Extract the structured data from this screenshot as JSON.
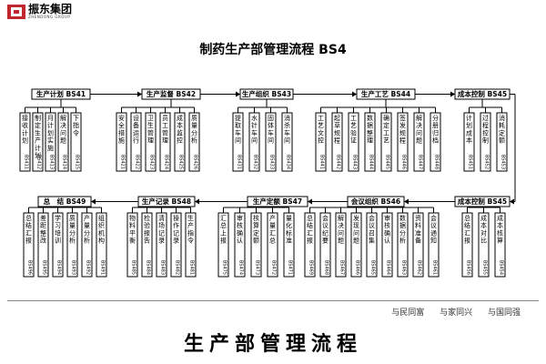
{
  "header": {
    "logo_cn": "振东集团",
    "logo_en": "ZHENDONG GROUP"
  },
  "title": "制药生产部管理流程 BS4",
  "rows": [
    {
      "heads": [
        {
          "label": "生产计划 BS41",
          "leaves": [
            {
              "text": "接收计划",
              "code": "BS411"
            },
            {
              "text": "制定生产计划",
              "code": "BS412"
            },
            {
              "text": "月计划实施",
              "code": "BS413"
            },
            {
              "text": "解决问题",
              "code": "BS414"
            },
            {
              "text": "下指令",
              "code": "BS415"
            }
          ]
        },
        {
          "label": "生产监督 BS42",
          "leaves": [
            {
              "text": "安全措施",
              "code": "BS421"
            },
            {
              "text": "设备运行",
              "code": "BS422"
            },
            {
              "text": "卫生管理",
              "code": "BS423"
            },
            {
              "text": "员工管理",
              "code": "BS424"
            },
            {
              "text": "成本监控",
              "code": "BS425"
            },
            {
              "text": "质量分析",
              "code": "BS426"
            }
          ]
        },
        {
          "label": "生产组织 BS43",
          "leaves": [
            {
              "text": "提取车间",
              "code": "BS431"
            },
            {
              "text": "水针车间",
              "code": "BS432"
            },
            {
              "text": "固体车间",
              "code": "BS433"
            },
            {
              "text": "消杀车间",
              "code": "BS434"
            }
          ]
        },
        {
          "label": "生产工艺 BS44",
          "leaves": [
            {
              "text": "工艺文控",
              "code": "BS441"
            },
            {
              "text": "起草规程",
              "code": "BS442"
            },
            {
              "text": "工艺验证",
              "code": "BS443"
            },
            {
              "text": "数据整理",
              "code": "BS444"
            },
            {
              "text": "确定工艺",
              "code": "BS445"
            },
            {
              "text": "签发规程",
              "code": "BS446"
            },
            {
              "text": "解决问题",
              "code": "BS447"
            },
            {
              "text": "分册归档",
              "code": "BS448"
            }
          ]
        },
        {
          "label": "成本控制 BS45",
          "leaves": [
            {
              "text": "计划成本",
              "code": "BS451"
            },
            {
              "text": "过程控制",
              "code": "BS452"
            },
            {
              "text": "消耗定额",
              "code": "BS453"
            }
          ]
        }
      ]
    },
    {
      "heads": [
        {
          "label": "总　结 BS49",
          "leaves": [
            {
              "text": "总结汇报",
              "code": "BS496"
            },
            {
              "text": "差距整改",
              "code": "BS495"
            },
            {
              "text": "学习培训",
              "code": "BS494"
            },
            {
              "text": "质量分析",
              "code": "BS493"
            },
            {
              "text": "产量分析",
              "code": "BS492"
            },
            {
              "text": "组织机构",
              "code": "BS491"
            }
          ]
        },
        {
          "label": "生产记录 BS48",
          "leaves": [
            {
              "text": "物料平衡",
              "code": "BS485"
            },
            {
              "text": "检验报告",
              "code": "BS484"
            },
            {
              "text": "清场记录",
              "code": "BS483"
            },
            {
              "text": "操作记录",
              "code": "BS482"
            },
            {
              "text": "生产指令",
              "code": "BS481"
            }
          ]
        },
        {
          "label": "生产定额 BS47",
          "leaves": [
            {
              "text": "汇总上报",
              "code": "BS475"
            },
            {
              "text": "审核确认",
              "code": "BS474"
            },
            {
              "text": "核算定额",
              "code": "BS473"
            },
            {
              "text": "产量汇总",
              "code": "BS472"
            },
            {
              "text": "量化标准",
              "code": "BS471"
            }
          ]
        },
        {
          "label": "会议组织 BS46",
          "leaves": [
            {
              "text": "总结汇报",
              "code": "BS469"
            },
            {
              "text": "会议纪要",
              "code": "BS468"
            },
            {
              "text": "解决问题",
              "code": "BS467"
            },
            {
              "text": "发现问题",
              "code": "BS466"
            },
            {
              "text": "会议召集",
              "code": "BS465"
            },
            {
              "text": "审核确认",
              "code": "BS464"
            },
            {
              "text": "数据分析",
              "code": "BS463"
            },
            {
              "text": "资料准备",
              "code": "BS462"
            },
            {
              "text": "会议通知",
              "code": "BS461"
            }
          ]
        },
        {
          "label": "成本控制 BS45",
          "leaves": [
            {
              "text": "总结汇报",
              "code": "BS456"
            },
            {
              "text": "成本对比",
              "code": "BS455"
            },
            {
              "text": "成本核算",
              "code": "BS454"
            }
          ]
        }
      ]
    }
  ],
  "slogans": [
    "与民同富",
    "与家同兴",
    "与国同强"
  ],
  "bottom_title": "生产部管理流程"
}
